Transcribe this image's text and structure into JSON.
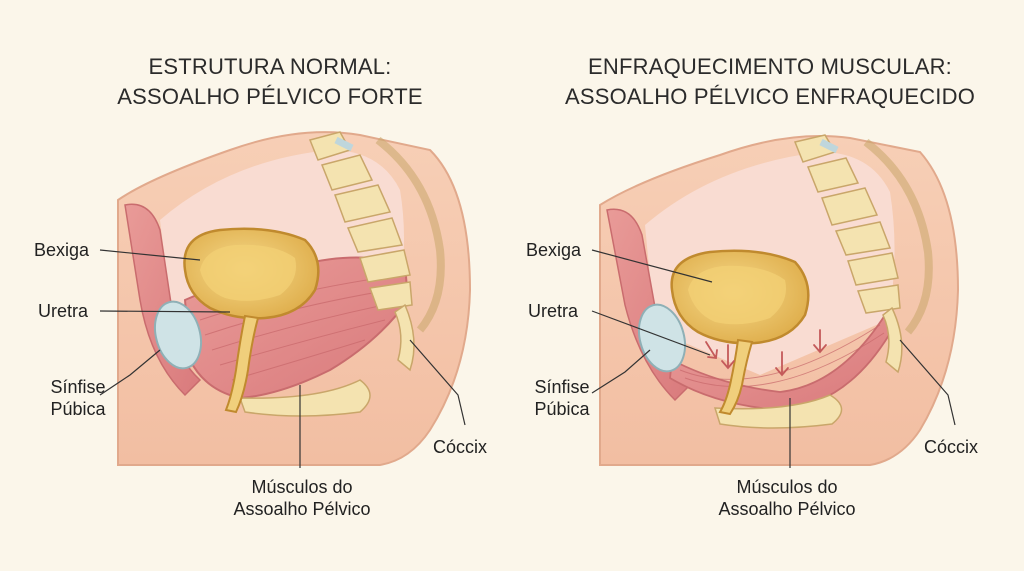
{
  "panels": [
    {
      "id": "normal",
      "title_line1": "ESTRUTURA NORMAL:",
      "title_line2": "ASSOALHO PÉLVICO FORTE",
      "labels": {
        "bladder": "Bexiga",
        "urethra": "Uretra",
        "symphysis_line1": "Sínfise",
        "symphysis_line2": "Púbica",
        "coccyx": "Cóccix",
        "muscles_line1": "Músculos do",
        "muscles_line2": "Assoalho Pélvico"
      }
    },
    {
      "id": "weakened",
      "title_line1": "ENFRAQUECIMENTO MUSCULAR:",
      "title_line2": "ASSOALHO PÉLVICO ENFRAQUECIDO",
      "labels": {
        "bladder": "Bexiga",
        "urethra": "Uretra",
        "symphysis_line1": "Sínfise",
        "symphysis_line2": "Púbica",
        "coccyx": "Cóccix",
        "muscles_line1": "Músculos do",
        "muscles_line2": "Assoalho Pélvico"
      }
    }
  ],
  "colors": {
    "background": "#fbf6ea",
    "skin": "#f6c9ae",
    "cavity": "#f9dcd2",
    "muscle": "#e58f8f",
    "bladder": "#ecc56a",
    "bone": "#f4e3b0",
    "symphysis": "#cfe3e6",
    "arrow": "#c45a5a"
  }
}
